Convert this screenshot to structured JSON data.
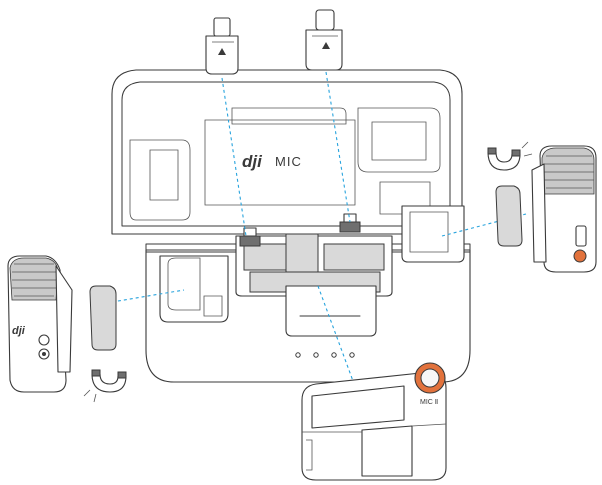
{
  "diagram": {
    "case_logo_brand": "dji",
    "case_logo_text": "MIC",
    "transmitter_badge_text": "MIC Ⅱ",
    "colors": {
      "line": "#3a3a3a",
      "guide": "#27a3dd",
      "accent": "#e2723c",
      "case_fill": "#f7f7f7",
      "grey_part": "#d9d9d9"
    },
    "icons": [
      "magnet-icon",
      "usb-c-connector-icon",
      "lightning-connector-icon",
      "microphone-mesh-icon"
    ]
  }
}
